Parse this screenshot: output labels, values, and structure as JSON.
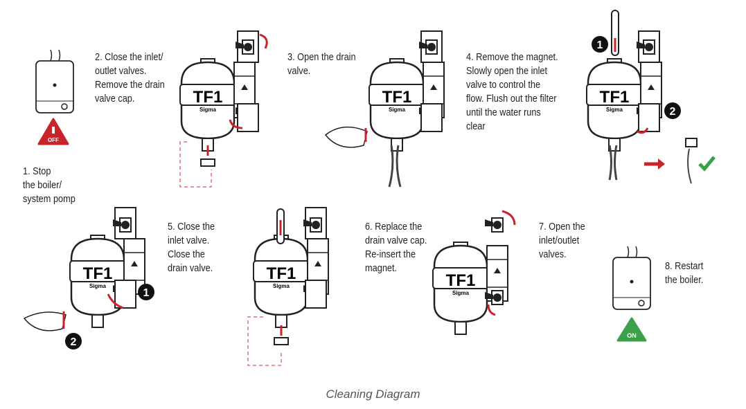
{
  "steps": [
    "1. Stop\nthe boiler/\nsystem pomp",
    "2. Close the inlet/\noutlet valves.\nRemove the drain\nvalve cap.",
    "3. Open the drain\nvalve.",
    "4. Remove the magnet.\nSlowly open the inlet\nvalve to control the\nflow. Flush out the filter\nuntil the water runs\nclear",
    "5. Close the\ninlet valve.\nClose the\ndrain valve.",
    "6. Replace the\ndrain valve cap.\nRe-insert the\nmagnet.",
    "7. Open the\ninlet/outlet\nvalves.",
    "8. Restart\nthe boiler."
  ],
  "badges": {
    "off": "OFF",
    "on": "ON"
  },
  "markers": {
    "one": "1",
    "two": "2"
  },
  "logo": {
    "main": "TF1",
    "sub": "Sigma"
  },
  "caption": "Cleaning Diagram",
  "colors": {
    "red": "#c8242b",
    "green": "#3aa14a",
    "text": "#222222",
    "caption": "#555555"
  }
}
